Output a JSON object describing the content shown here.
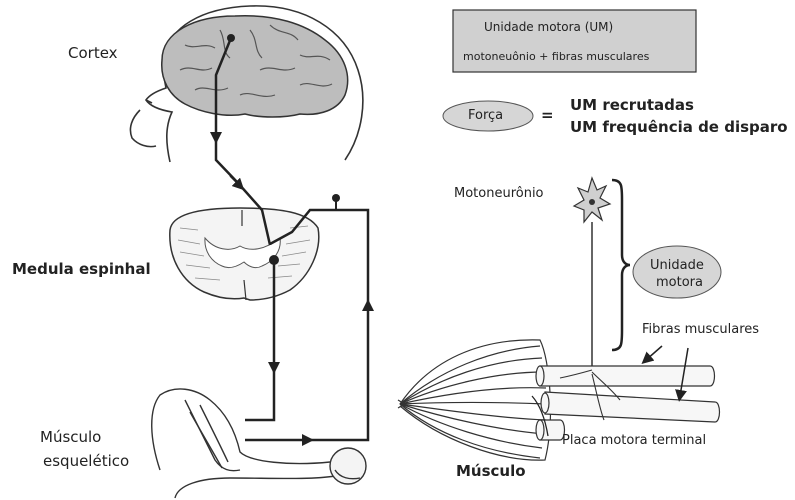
{
  "labels": {
    "cortex": "Cortex",
    "medula": "Medula espinhal",
    "musculo_esq_1": "Músculo",
    "musculo_esq_2": "esquelético",
    "musculo": "Músculo",
    "motoneuronio": "Motoneurônio",
    "unidade_motora_1": "Unidade",
    "unidade_motora_2": "motora",
    "fibras": "Fibras musculares",
    "placa": "Placa motora terminal"
  },
  "info_box": {
    "line1": "Unidade motora (UM)",
    "line2": "motoneuônio + fibras musculares"
  },
  "formula": {
    "force": "Força",
    "equals": "=",
    "term1": "UM recrutadas",
    "term2": "UM frequência de disparo"
  },
  "colors": {
    "line": "#222222",
    "brain_fill": "#bdbdbd",
    "oval_fill": "#d6d6d6",
    "box_fill": "#d0d0d0"
  }
}
